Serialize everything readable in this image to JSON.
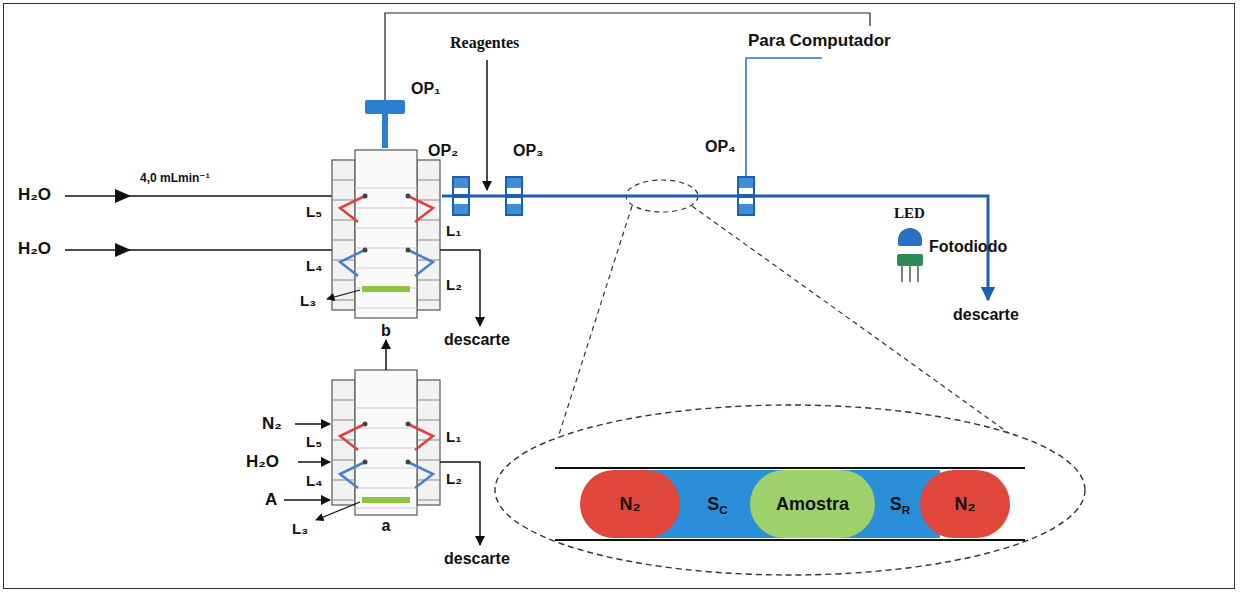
{
  "diagram": {
    "nodes": [
      {
        "text": [
          "OP₁"
        ]
      },
      {
        "text": [
          "b"
        ]
      },
      {
        "text": [
          "OP₂"
        ]
      },
      {
        "text": [
          "OP₃"
        ]
      },
      {
        "text": [
          "OP₄"
        ]
      },
      {
        "text": [
          "LED"
        ]
      },
      {
        "text": [
          "Fotodiodo"
        ]
      },
      {
        "text": [
          "a"
        ]
      },
      {
        "text": [
          "N₂"
        ]
      },
      {
        "text": [
          "SC"
        ]
      },
      {
        "text": [
          "Amostra"
        ]
      },
      {
        "text": [
          "SR"
        ]
      },
      {
        "text": [
          "N₂"
        ]
      }
    ],
    "edges": [
      {
        "from": 0,
        "to": 1,
        "arrow": "none"
      },
      {
        "from": 1,
        "to": 2,
        "arrow": "none"
      },
      {
        "from": 2,
        "to": 3,
        "arrow": "none"
      },
      {
        "from": 3,
        "to": 4,
        "arrow": "none"
      },
      {
        "from": 7,
        "to": 1,
        "arrow": "to"
      }
    ],
    "labels": [
      "H₂O",
      "4,0 mLmin⁻¹",
      "H₂O",
      "Reagentes",
      "Para Computador",
      "L₅",
      "L₁",
      "L₄",
      "L₂",
      "L₃",
      "descarte",
      "N₂",
      "L₅",
      "L₁",
      "H₂O",
      "L₄",
      "L₂",
      "A",
      "L₃",
      "descarte",
      "descarte"
    ]
  }
}
